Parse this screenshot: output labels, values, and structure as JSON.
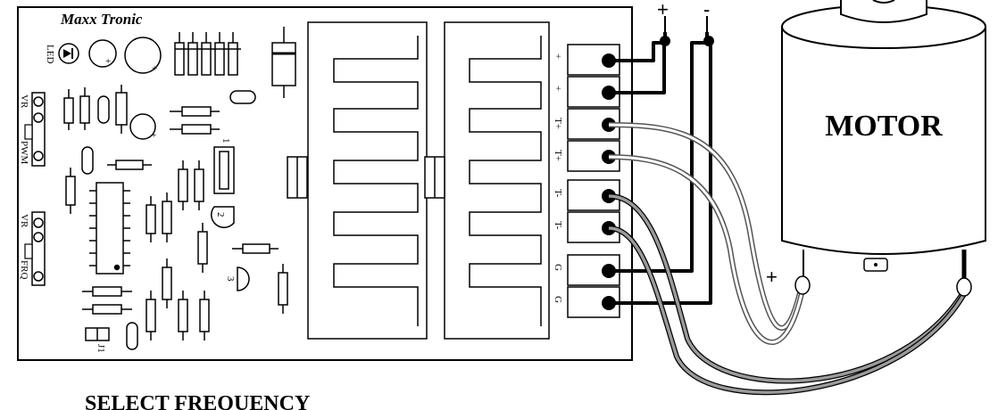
{
  "brand": "Maxx Tronic",
  "motor_label": "MOTOR",
  "caption": "SELECT FREQUENCY",
  "supply": {
    "plus": "+",
    "minus": "-"
  },
  "motor_plus": "+",
  "terminals": [
    "+",
    "+",
    "T+",
    "T+",
    "T-",
    "T-",
    "G",
    "G"
  ],
  "board_labels": {
    "led": "LED",
    "vr1": "VR",
    "pwm": "PWM",
    "vr2": "VR",
    "frq": "FRQ",
    "jumper": "J1",
    "ic2": "2",
    "ic3": "3",
    "pin1": "1",
    "cap_plus": "+"
  },
  "wire_colors": {
    "power": "#000000",
    "trigger": "#9a9a9a",
    "ground": "#000000"
  }
}
